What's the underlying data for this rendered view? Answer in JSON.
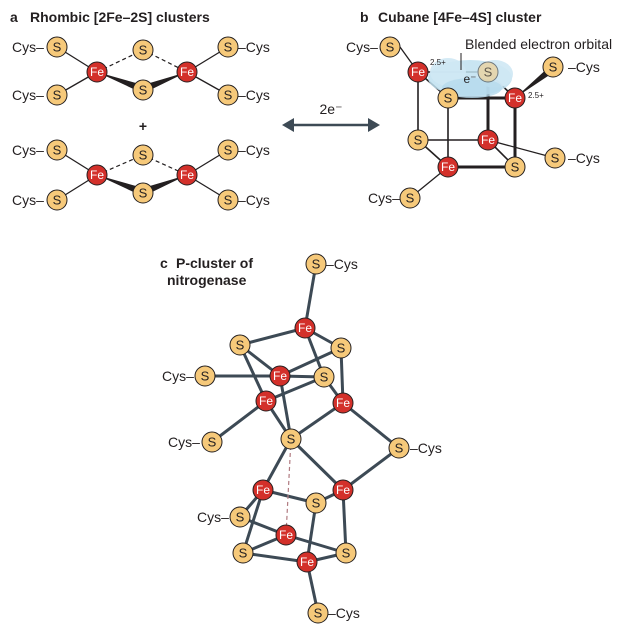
{
  "panel_a": {
    "letter": "a",
    "title": "Rhombic [2Fe–2S] clusters",
    "plus": "+"
  },
  "panel_b": {
    "letter": "b",
    "title": "Cubane [4Fe–4S] cluster",
    "orbital_label": "Blended electron orbital",
    "electron": "e⁻",
    "oxidation_state": "2.5+"
  },
  "arrow": {
    "label": "2e⁻"
  },
  "panel_c": {
    "letter": "c",
    "title_line1": "P-cluster of",
    "title_line2": "nitrogenase"
  },
  "atoms": {
    "iron": "Fe",
    "sulfur": "S",
    "cys_left": "Cys–",
    "cys_right": "–Cys"
  },
  "colors": {
    "iron_fill": "#d3302a",
    "sulfur_fill": "#f6c97a",
    "orbital_fill": "#bfe0f0",
    "bond": "#231f20",
    "p_cluster_bond": "#3d4a55",
    "arrow": "#3d4a55"
  }
}
